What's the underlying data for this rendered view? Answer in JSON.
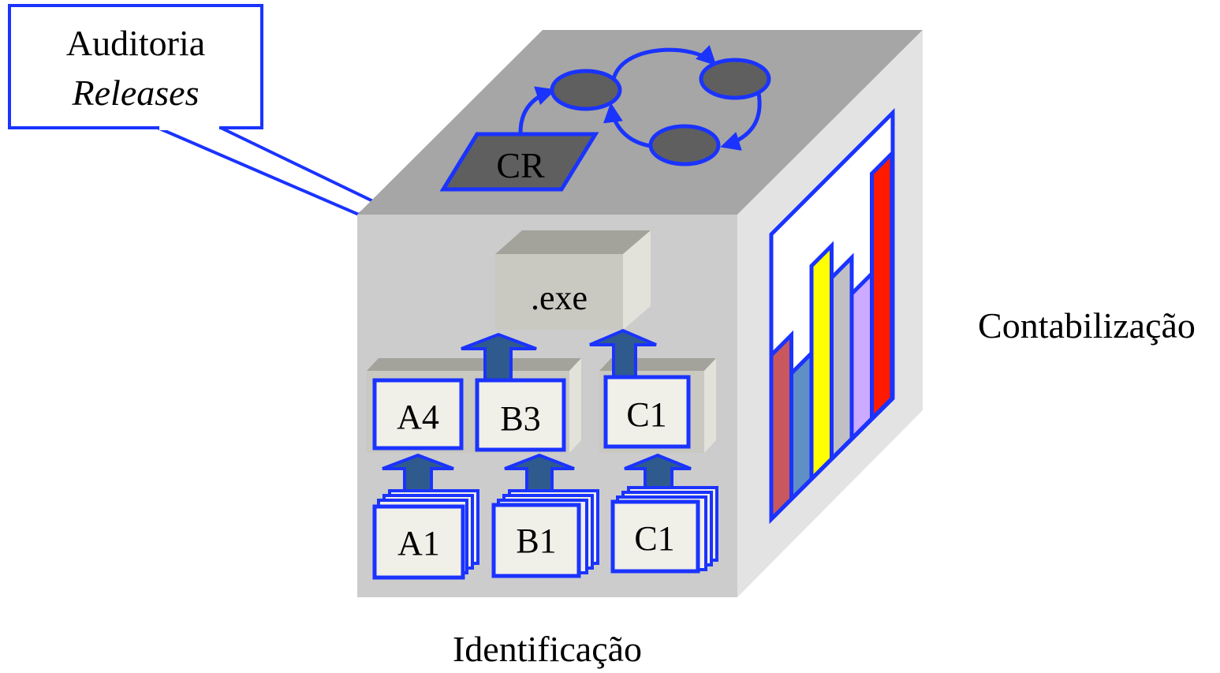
{
  "callout": {
    "line1": "Auditoria",
    "line2": "Releases"
  },
  "cube_top": {
    "cr_label": "CR",
    "states": [
      "state-1",
      "state-2",
      "state-3"
    ]
  },
  "front": {
    "exe_label": ".exe",
    "tier2": [
      "A4",
      "B3",
      "C1"
    ],
    "tier1": [
      "A1",
      "B1",
      "C1"
    ]
  },
  "side_labels": {
    "right": "Contabilização",
    "bottom": "Identificação"
  },
  "colors": {
    "outline_blue": "#1a33ff",
    "arrow_fill": "#2f5a8e",
    "face_front": "#cccccc",
    "face_top": "#a6a6a6",
    "face_side": "#e3e3e3",
    "state_fill": "#5f5f5f",
    "box_fill": "#f0efe8",
    "bar_colors": [
      "#c8585d",
      "#5f8fc4",
      "#ffff00",
      "#c0c0c4",
      "#ccaaff",
      "#ff1a00"
    ]
  },
  "bar_chart": {
    "relative_heights": [
      0.77,
      0.59,
      1.0,
      0.85,
      0.68,
      1.15
    ]
  }
}
